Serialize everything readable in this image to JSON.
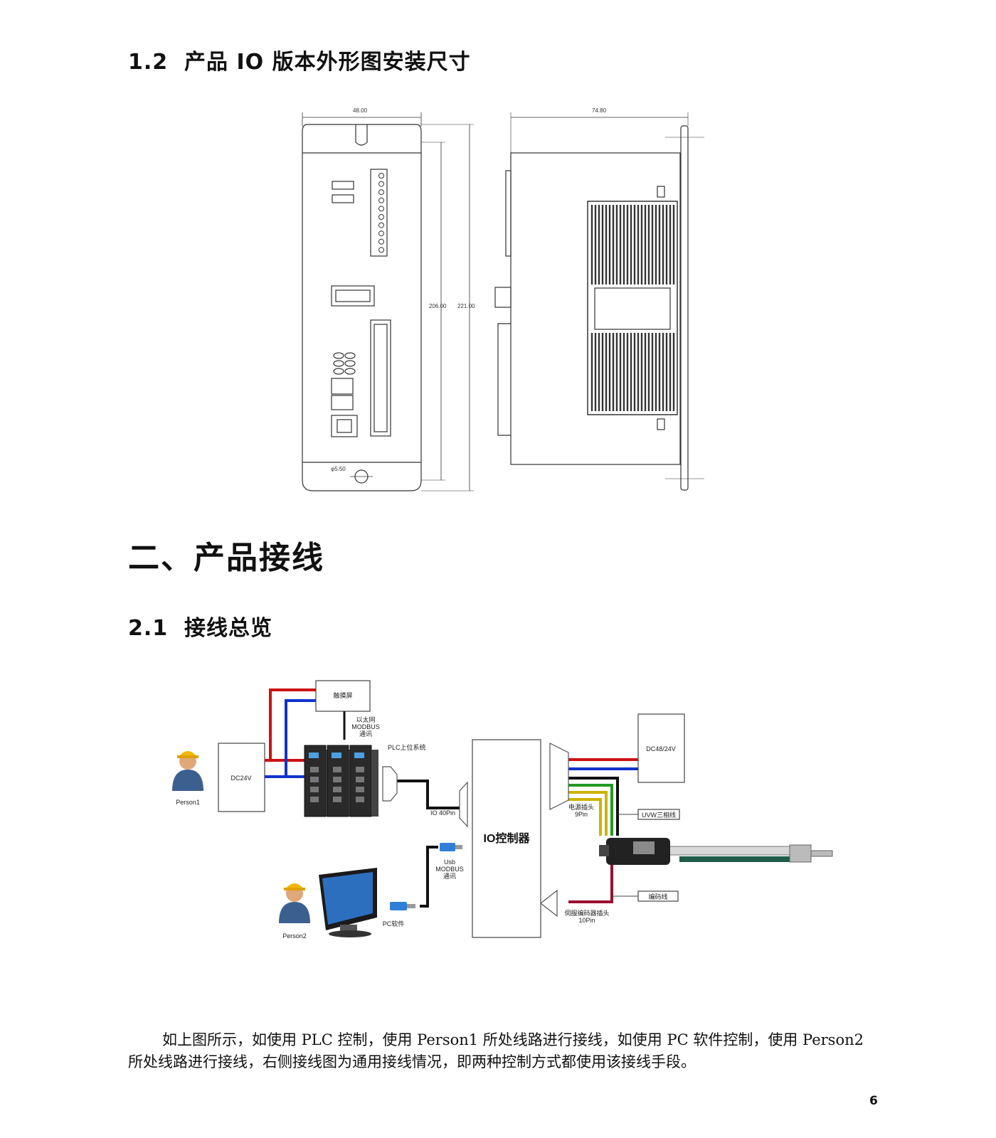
{
  "section_1_2": {
    "number": "1.2",
    "title": "产品 IO 版本外形图安装尺寸"
  },
  "outline_drawing": {
    "dim_width": "48.00",
    "dim_depth": "74.80",
    "dim_height_inner": "206.00",
    "dim_height_outer": "221.00",
    "dim_hole": "φ5.50"
  },
  "chapter_2": {
    "title": "二、产品接线"
  },
  "section_2_1": {
    "number": "2.1",
    "title": "接线总览"
  },
  "wiring": {
    "touchscreen": "触摸屏",
    "ethernet": [
      "以太网",
      "MODBUS",
      "通讯"
    ],
    "plc": "PLC上位系统",
    "dc24v": "DC24V",
    "person1": "Person1",
    "io40pin": "IO 40Pin",
    "io_controller": "IO控制器",
    "dc48_24v": "DC48/24V",
    "power_plug": [
      "电源插头",
      "9Pin"
    ],
    "uvw": "UVW三相线",
    "usb": [
      "Usb",
      "MODBUS",
      "通讯"
    ],
    "pc_software": "PC软件",
    "person2": "Person2",
    "encoder_line": "编码线",
    "encoder_plug": [
      "伺服编码器插头",
      "10Pin"
    ],
    "colors": {
      "red": "#cc1111",
      "blue": "#1133cc",
      "green": "#229922",
      "yellow": "#ccb300",
      "rod": "#1f5c4a"
    }
  },
  "body_text": {
    "line1": "如上图所示，如使用 PLC 控制，使用 Person1 所处线路进行接线，如使用 PC 软件控制，使用 Person2",
    "line2": "所处线路进行接线，右侧接线图为通用接线情况，即两种控制方式都使用该接线手段。"
  },
  "page_number": "6"
}
